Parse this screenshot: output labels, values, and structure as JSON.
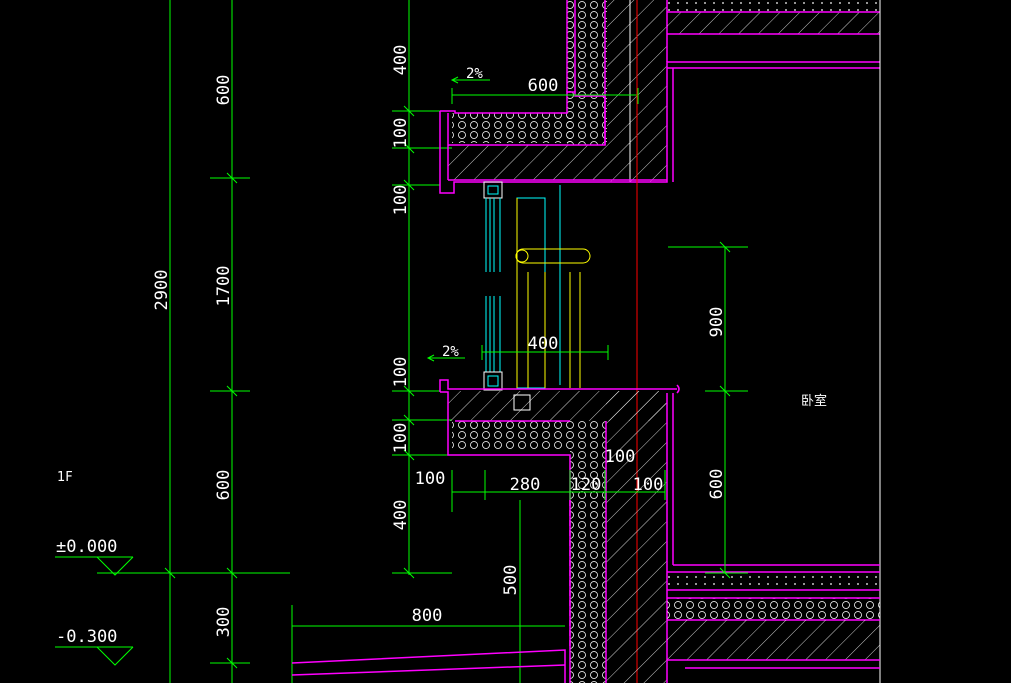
{
  "drawing": {
    "floor_label": "1F",
    "room_label": "卧室",
    "levels": {
      "zero": "±0.000",
      "minus": "-0.300"
    },
    "slopes": {
      "upper": "2%",
      "lower": "2%"
    },
    "dims": {
      "left_outer": "2900",
      "left_600_top": "600",
      "left_1700": "1700",
      "left_600_bottom": "600",
      "left_300": "300",
      "col_400_top": "400",
      "col_100_a": "100",
      "col_100_b": "100",
      "col_100_c": "100",
      "col_100_d": "100",
      "col_400_bottom": "400",
      "top_600": "600",
      "mid_400": "400",
      "row_100_left": "100",
      "row_280": "280",
      "row_120": "120",
      "row_100_right": "100",
      "wall_100": "100",
      "right_900": "900",
      "right_600": "600",
      "step_500": "500",
      "step_800": "800"
    },
    "colors": {
      "background": "#000000",
      "dimension": "#00ff00",
      "wall": "#ff00ff",
      "axis": "#ff0000",
      "glass": "#00ffff",
      "rail": "#ffff00",
      "text": "#ffffff"
    }
  }
}
